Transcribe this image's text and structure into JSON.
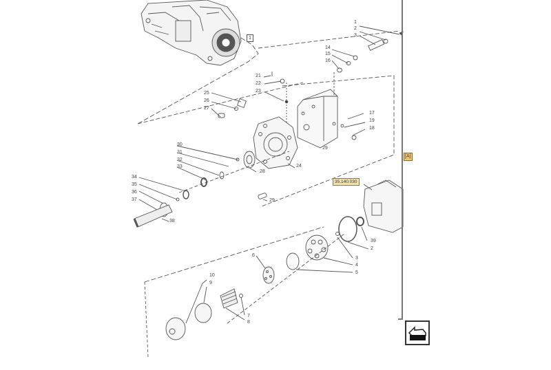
{
  "diagram": {
    "type": "exploded-parts-view",
    "subject": "hydraulic pump assembly",
    "reference_callout": "35.140.030",
    "page_tag": "[A]",
    "assembly_label": "1",
    "part_numbers": {
      "p1": "1",
      "p2": "2",
      "p3": "3",
      "p14": "14",
      "p15": "15",
      "p16": "16",
      "p17": "17",
      "p18": "18",
      "p19": "19",
      "p21": "21",
      "p22": "22",
      "p23": "23",
      "p24": "24",
      "p25": "25",
      "p26": "26",
      "p27": "27",
      "p28": "28",
      "p29a": "29",
      "p29b": "29",
      "p30": "30",
      "p31": "31",
      "p32": "32",
      "p33": "33",
      "p34": "34",
      "p35": "35",
      "p36": "36",
      "p37": "37",
      "p38": "38",
      "p39": "39",
      "p2b": "2",
      "p3b": "3",
      "p4": "4",
      "p5": "5",
      "p6": "6",
      "p7": "7",
      "p8": "8",
      "p9": "9",
      "p10": "10"
    },
    "nav_button": {
      "icon": "return-arrow-icon"
    }
  }
}
